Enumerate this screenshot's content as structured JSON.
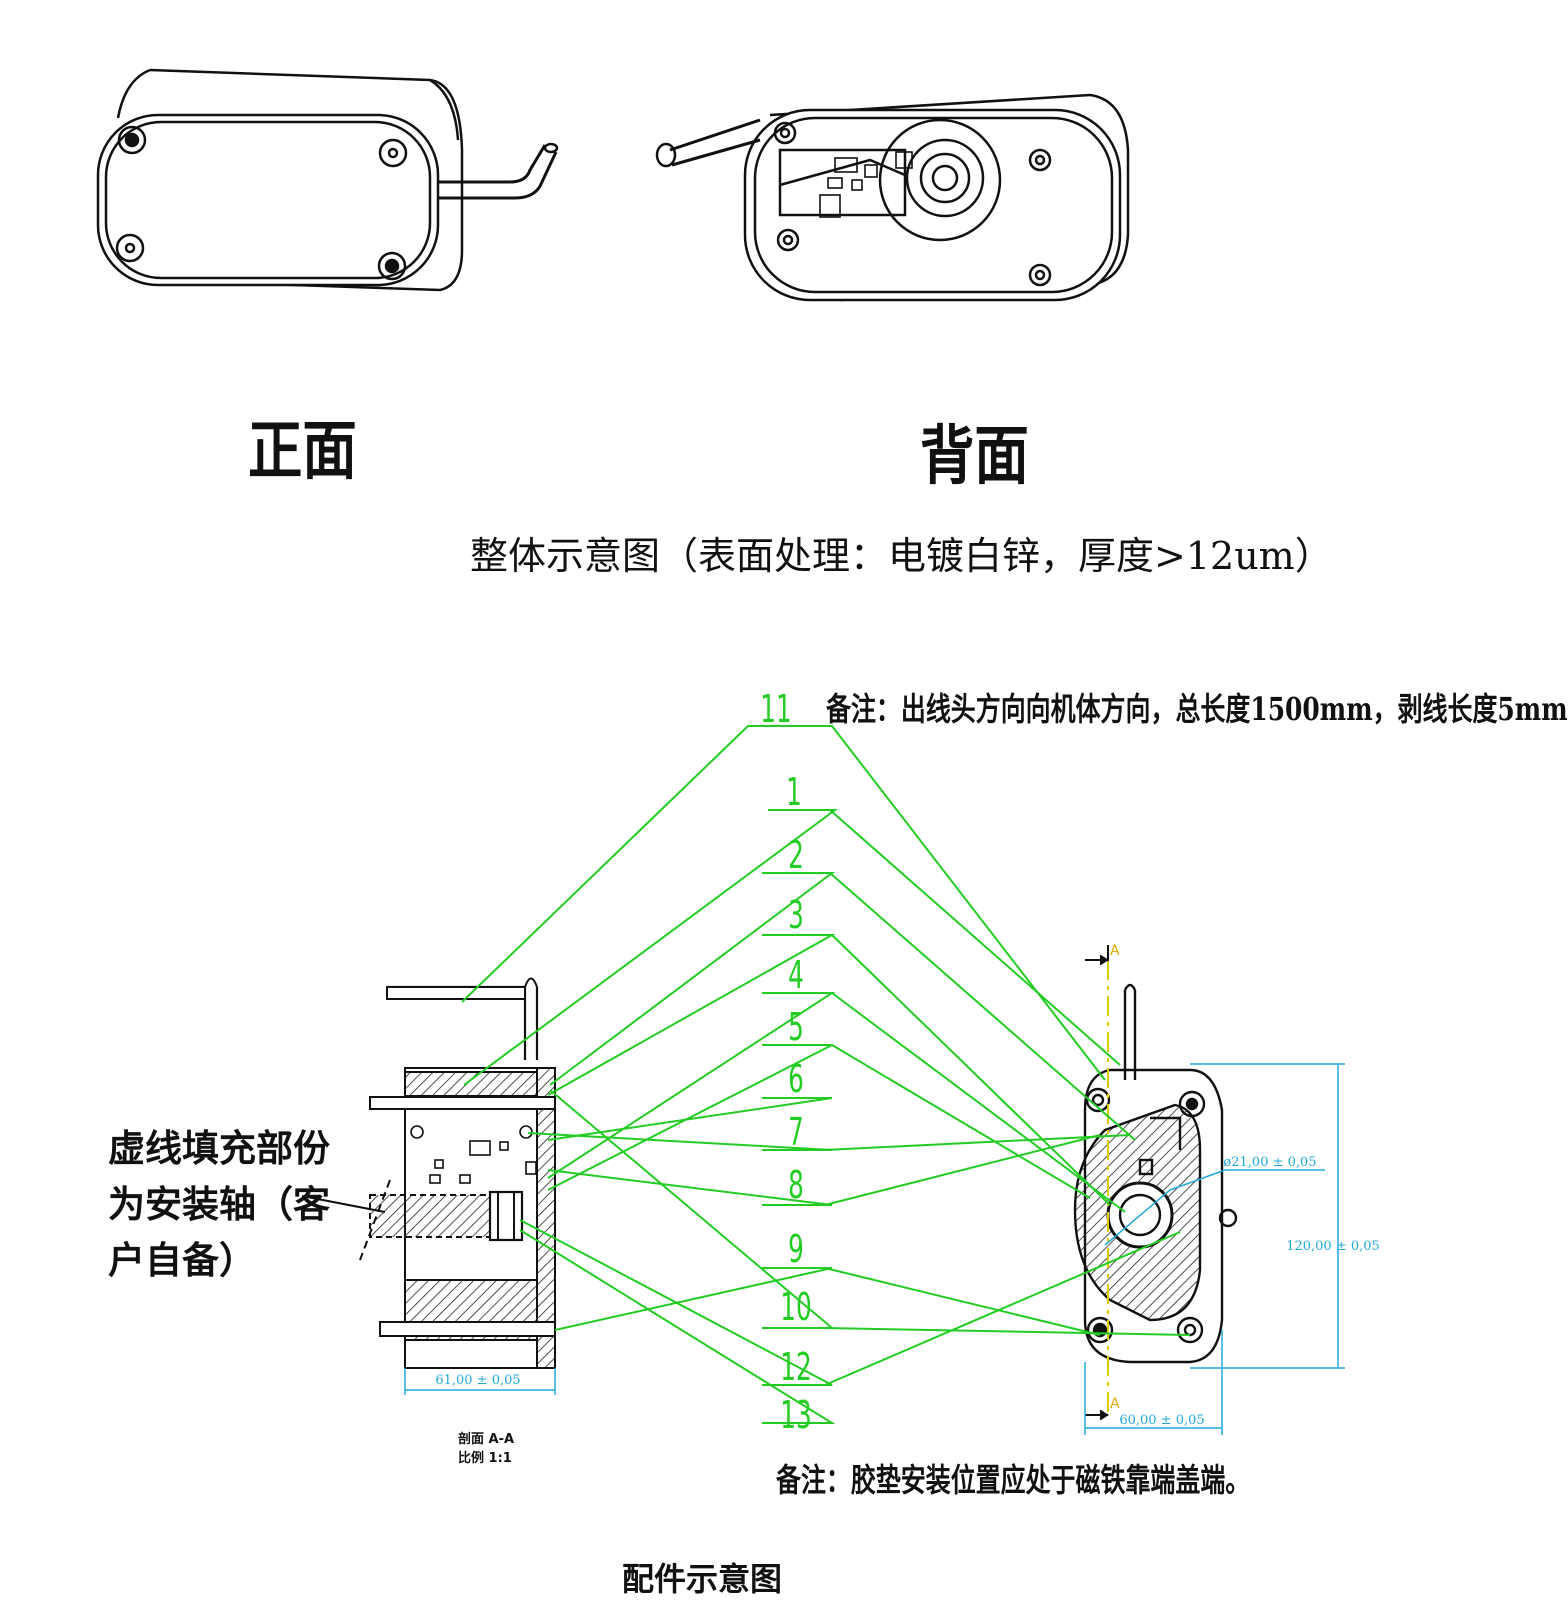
{
  "views": {
    "front_label": "正面",
    "back_label": "背面",
    "caption": "整体示意图（表面处理：电镀白锌，厚度>12um）"
  },
  "notes": {
    "top_note": "备注：出线头方向向机体方向，总长度1500mm，剥线长度5mm",
    "bottom_note": "备注：胶垫安装位置应处于磁铁靠端盖端。",
    "side_note": "虚线填充部份为安装轴（客户自备）"
  },
  "callouts": [
    "11",
    "1",
    "2",
    "3",
    "4",
    "5",
    "6",
    "7",
    "8",
    "9",
    "10",
    "12",
    "13"
  ],
  "section": {
    "title": "剖面 A-A",
    "scale": "比例 1:1",
    "marker_top": "A",
    "marker_bottom": "A"
  },
  "dimensions": {
    "section_width": "61,00 ± 0,05",
    "end_width": "60,00 ± 0,05",
    "end_height": "120,00 ± 0,05",
    "bore_diameter": "ø21,00 ± 0,05"
  },
  "footer": {
    "caption": "配件示意图"
  },
  "colors": {
    "leader": "#22cc22",
    "dimension": "#22aadd",
    "outline": "#111111"
  }
}
